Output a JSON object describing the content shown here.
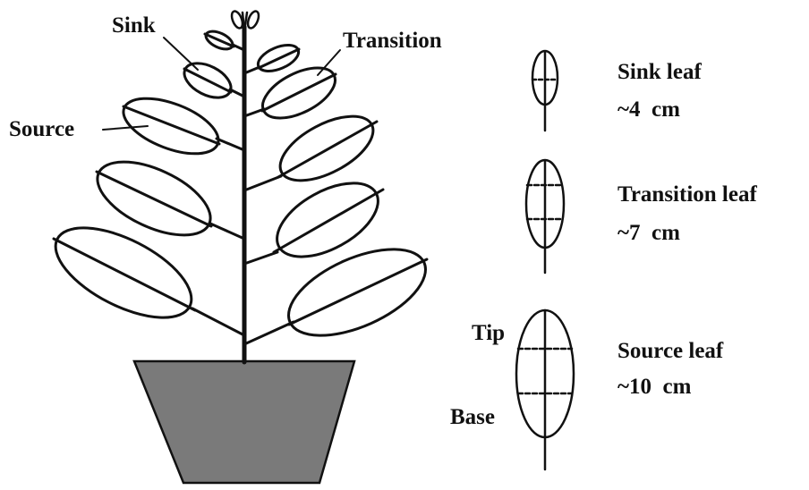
{
  "colors": {
    "line": "#111111",
    "pot_fill": "#7a7a7a",
    "background": "#ffffff"
  },
  "plant_labels": {
    "sink": "Sink",
    "transition": "Transition",
    "source": "Source"
  },
  "legend": {
    "sink_leaf": {
      "name": "Sink leaf",
      "size": "~4  cm"
    },
    "transition_leaf": {
      "name": "Transition leaf",
      "size": "~7  cm"
    },
    "source_leaf": {
      "name": "Source leaf",
      "size": "~10  cm",
      "tip_label": "Tip",
      "base_label": "Base"
    }
  }
}
